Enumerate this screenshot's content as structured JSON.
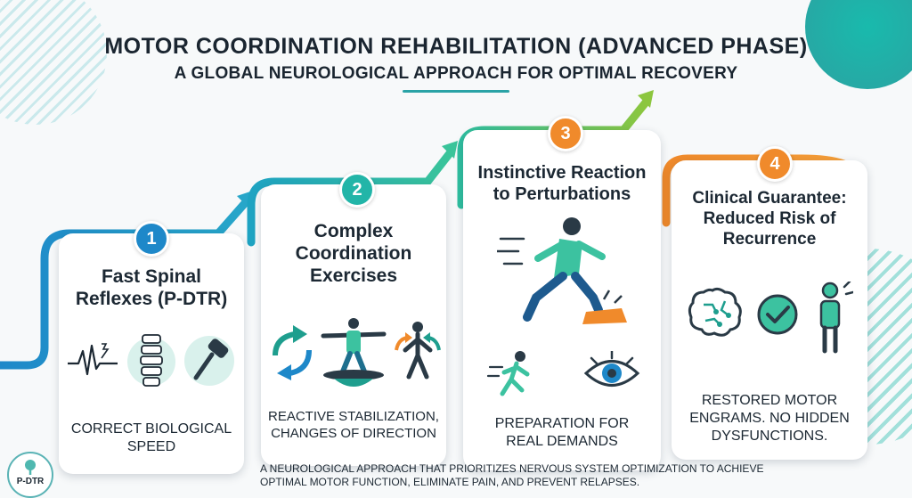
{
  "header": {
    "title": "MOTOR COORDINATION REHABILITATION (ADVANCED PHASE)",
    "subtitle": "A GLOBAL NEUROLOGICAL APPROACH FOR OPTIMAL RECOVERY"
  },
  "steps": [
    {
      "number": "1",
      "title_lines": [
        "Fast Spinal",
        "Reflexes (P-DTR)"
      ],
      "footer_lines": [
        "CORRECT BIOLOGICAL",
        "SPEED"
      ],
      "color": "#1e88c9",
      "icons": [
        "ecg-wave-icon",
        "spine-icon",
        "reflex-hammer-icon"
      ]
    },
    {
      "number": "2",
      "title_lines": [
        "Complex",
        "Coordination",
        "Exercises"
      ],
      "footer_lines": [
        "REACTIVE STABILIZATION,",
        "CHANGES OF DIRECTION"
      ],
      "color": "#22b5a8",
      "icons": [
        "direction-arrows-icon",
        "balance-board-person-icon",
        "direction-change-person-icon"
      ]
    },
    {
      "number": "3",
      "title_lines": [
        "Instinctive Reaction",
        "to Perturbations"
      ],
      "footer_lines": [
        "PREPARATION FOR",
        "REAL DEMANDS"
      ],
      "color": "#f08a2b",
      "icons": [
        "stumbling-runner-icon",
        "running-person-icon",
        "eye-icon"
      ]
    },
    {
      "number": "4",
      "title_lines": [
        "Clinical Guarantee:",
        "Reduced Risk of",
        "Recurrence"
      ],
      "footer_lines": [
        "RESTORED MOTOR",
        "ENGRAMS. NO HIDDEN",
        "DYSFUNCTIONS."
      ],
      "color": "#f08a2b",
      "icons": [
        "brain-circuit-icon",
        "check-circle-icon",
        "standing-person-icon"
      ]
    }
  ],
  "footer": {
    "lines": [
      "A NEUROLOGICAL APPROACH THAT PRIORITIZES NERVOUS SYSTEM OPTIMIZATION TO ACHIEVE",
      "OPTIMAL MOTOR FUNCTION, ELIMINATE PAIN, AND PREVENT RELAPSES."
    ]
  },
  "logo": {
    "text": "P-DTR"
  },
  "colors": {
    "blue": "#1e88c9",
    "teal": "#22b5a8",
    "orange": "#f08a2b",
    "dark": "#1c2833"
  }
}
